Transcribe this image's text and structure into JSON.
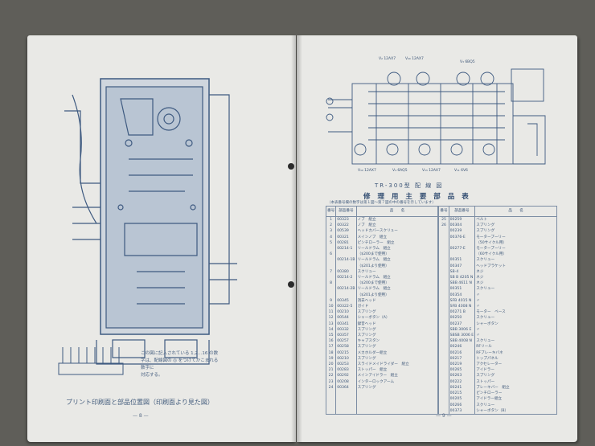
{
  "left_page": {
    "caption": "プリント印刷面と部品位置図（印刷面より見た図）",
    "page_number": "— 8 —",
    "note_lines": [
      "この図に記入されている 1,2…16 の数",
      "字は、配線図の ◎ をつけてかこまれる数字に",
      "対応する。"
    ]
  },
  "right_page": {
    "schematic_title": "TR-300型 配 線 図",
    "parts_title": "修 理 用 主 要 部 品 表",
    "parts_subtitle": "（本表番号欄の数字は第１図〜第７図の中の番号を示しています）",
    "page_number": "— 9 —",
    "tube_labels": [
      "V₂ 12AX7",
      "V₂₀ 12AX7",
      "V₃ 6BQ5",
      "V₁₀ 12AX7",
      "V₄ 6AQ5",
      "V₁₃ 12AX7",
      "V₁₁ 6V6"
    ],
    "table_headers": {
      "no": "番号",
      "part_no": "部品番号",
      "name": "品　　名"
    },
    "rows_left": [
      {
        "no": "1",
        "part": "00323",
        "name": "ノブ　組立"
      },
      {
        "no": "2",
        "part": "00322",
        "name": "ノブ　組立"
      },
      {
        "no": "3",
        "part": "00539",
        "name": "ヘッドカバースクリュー"
      },
      {
        "no": "4",
        "part": "00321",
        "name": "メインノブ　組立"
      },
      {
        "no": "5",
        "part": "00281",
        "name": "ピンチローラー　組立"
      },
      {
        "no": "",
        "part": "00214-1",
        "name": "リールドラム　組立"
      },
      {
        "no": "6",
        "part": "",
        "name": "（$200まで使用）"
      },
      {
        "no": "",
        "part": "00214-1B",
        "name": "リールドラム　組立"
      },
      {
        "no": "",
        "part": "",
        "name": "（$201より使用）"
      },
      {
        "no": "7",
        "part": "00380",
        "name": "スクリュー"
      },
      {
        "no": "",
        "part": "00214-2",
        "name": "リールドラム　組立"
      },
      {
        "no": "8",
        "part": "",
        "name": "（$200まで使用）"
      },
      {
        "no": "",
        "part": "00214-2B",
        "name": "リールドラム　組立"
      },
      {
        "no": "",
        "part": "",
        "name": "（$201より使用）"
      },
      {
        "no": "9",
        "part": "00345",
        "name": "消去ヘッド"
      },
      {
        "no": "10",
        "part": "00322-5",
        "name": "ガイド"
      },
      {
        "no": "11",
        "part": "00210",
        "name": "スプリング"
      },
      {
        "no": "12",
        "part": "00544",
        "name": "シャーボタン（A）"
      },
      {
        "no": "13",
        "part": "00341",
        "name": "録音ヘッド"
      },
      {
        "no": "14",
        "part": "00332",
        "name": "スプリング"
      },
      {
        "no": "15",
        "part": "00357",
        "name": "スプリング"
      },
      {
        "no": "16",
        "part": "00257",
        "name": "キャプスタン"
      },
      {
        "no": "17",
        "part": "00258",
        "name": "スプリング"
      },
      {
        "no": "18",
        "part": "00215",
        "name": "メカホルダー組立"
      },
      {
        "no": "19",
        "part": "00210",
        "name": "スプリング"
      },
      {
        "no": "20",
        "part": "00253",
        "name": "スライドメイドライダー　組立"
      },
      {
        "no": "21",
        "part": "00283",
        "name": "ストッパー　組立"
      },
      {
        "no": "22",
        "part": "00292",
        "name": "メインアイドラー　組立"
      },
      {
        "no": "23",
        "part": "00208",
        "name": "インターロックアーム"
      },
      {
        "no": "24",
        "part": "00364",
        "name": "スプリング"
      }
    ],
    "rows_right": [
      {
        "no": "25",
        "part": "00259",
        "name": "ベルト"
      },
      {
        "no": "26",
        "part": "00304",
        "name": "スプリング"
      },
      {
        "no": "",
        "part": "00239",
        "name": "スプリング"
      },
      {
        "no": "",
        "part": "00376-E",
        "name": "モータープーリー"
      },
      {
        "no": "",
        "part": "",
        "name": "（50サイクル用）"
      },
      {
        "no": "",
        "part": "00277-E",
        "name": "モータープーリー"
      },
      {
        "no": "",
        "part": "",
        "name": "（60サイクル用）"
      },
      {
        "no": "",
        "part": "00351",
        "name": "スクリュー"
      },
      {
        "no": "",
        "part": "00347",
        "name": "ヘッドブラケット"
      },
      {
        "no": "",
        "part": "SB-4",
        "name": "ネジ"
      },
      {
        "no": "",
        "part": "SB B 4205 N",
        "name": "ネジ"
      },
      {
        "no": "",
        "part": "SBB 4611 N",
        "name": "ネジ"
      },
      {
        "no": "",
        "part": "00351",
        "name": "スクリュー"
      },
      {
        "no": "",
        "part": "00354",
        "name": "〃"
      },
      {
        "no": "",
        "part": "SFB 4015 N",
        "name": "〃"
      },
      {
        "no": "",
        "part": "SFB 4008 N",
        "name": "〃"
      },
      {
        "no": "",
        "part": "00271 B",
        "name": "モーター　ベース"
      },
      {
        "no": "",
        "part": "00250",
        "name": "スクリュー"
      },
      {
        "no": "",
        "part": "00237",
        "name": "シャーボタン"
      },
      {
        "no": "",
        "part": "SBB 3006 E",
        "name": "〃"
      },
      {
        "no": "",
        "part": "SBSB 3006 E",
        "name": "〃"
      },
      {
        "no": "",
        "part": "SBB 4008 N",
        "name": "スクリュー"
      },
      {
        "no": "",
        "part": "00246",
        "name": "RFリール"
      },
      {
        "no": "",
        "part": "00216",
        "name": "RFブレーキバネ"
      },
      {
        "no": "",
        "part": "00217",
        "name": "トップパネル"
      },
      {
        "no": "",
        "part": "00219",
        "name": "アクセレーター"
      },
      {
        "no": "",
        "part": "00265",
        "name": "アイドラー"
      },
      {
        "no": "",
        "part": "00263",
        "name": "スプリング"
      },
      {
        "no": "",
        "part": "00222",
        "name": "ストッパー"
      },
      {
        "no": "",
        "part": "00241",
        "name": "ブレーキバー　組立"
      },
      {
        "no": "",
        "part": "00215",
        "name": "ピンチローラー"
      },
      {
        "no": "",
        "part": "00205",
        "name": "アイドラー組立"
      },
      {
        "no": "",
        "part": "00266",
        "name": "スクリュー"
      },
      {
        "no": "",
        "part": "00373",
        "name": "シャーボタン（B）"
      }
    ]
  },
  "colors": {
    "background": "#5f5e59",
    "paper": "#e9e9e6",
    "ink": "#3d5878"
  }
}
